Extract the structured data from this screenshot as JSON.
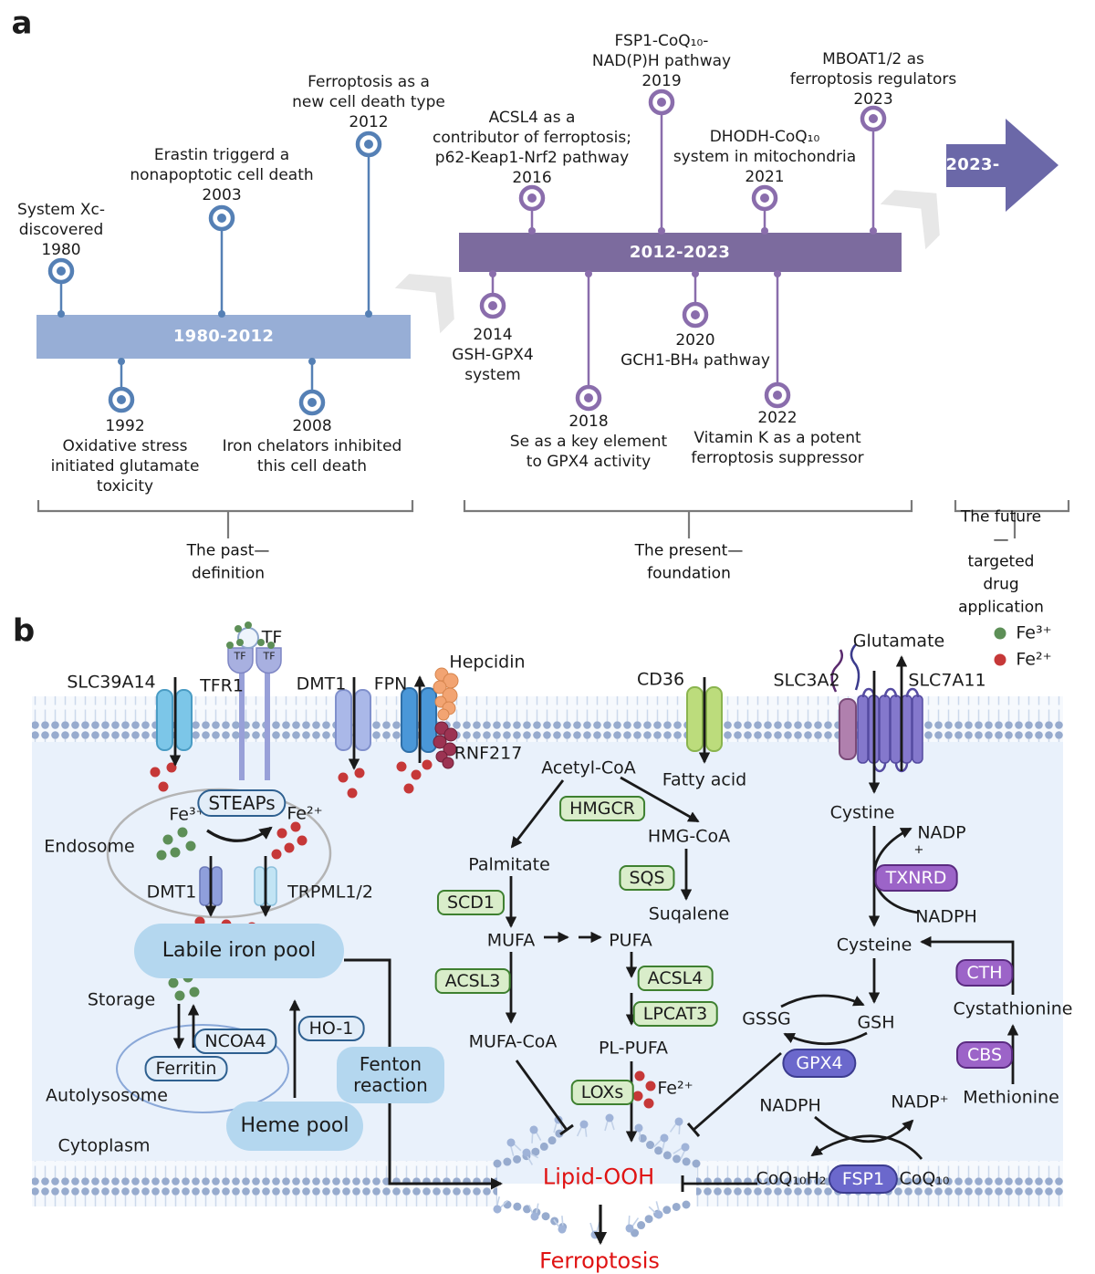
{
  "pa": {
    "panel_label": "a",
    "bar1": "1980-2012",
    "bar2": "2012-2023",
    "arrow": "2023-",
    "e1980": "System Xc-\ndiscovered\n1980",
    "e2003": "Erastin triggerd a\nnonapoptotic cell death\n2003",
    "e2012": "Ferroptosis as a\nnew cell death type\n2012",
    "e1992": "1992\nOxidative stress\ninitiated glutamate\ntoxicity",
    "e2008": "2008\nIron chelators inhibited\nthis cell death",
    "e2016": "ACSL4 as a\ncontributor of ferroptosis;\np62-Keap1-Nrf2 pathway\n2016",
    "e2019": "FSP1-CoQ₁₀-\nNAD(P)H pathway\n2019",
    "e2021": "DHODH-CoQ₁₀\nsystem in mitochondria\n2021",
    "e2023": "MBOAT1/2 as\nferroptosis regulators\n2023",
    "e2014": "2014\nGSH-GPX4\nsystem",
    "e2018": "2018\nSe as a key element\nto GPX4 activity",
    "e2020": "2020\nGCH1-BH₄ pathway",
    "e2022": "2022\nVitamin K as a potent\nferroptosis suppressor",
    "br_past": "The past—\ndefinition",
    "br_present": "The present—\nfoundation",
    "br_future": "The future—\ntargeted drug application"
  },
  "pb": {
    "panel_label": "b",
    "legend_fe3": "Fe³⁺",
    "legend_fe2": "Fe²⁺",
    "slc39a14": "SLC39A14",
    "tf": "TF",
    "tfr1": "TFR1",
    "tf_cup1": "TF",
    "tf_cup2": "TF",
    "dmt1_pm": "DMT1",
    "fpn": "FPN",
    "hepcidin": "Hepcidin",
    "rnf217": "RNF217",
    "cd36": "CD36",
    "fatty_acid": "Fatty acid",
    "slc3a2": "SLC3A2",
    "slc7a11": "SLC7A11",
    "glutamate": "Glutamate",
    "endosome": "Endosome",
    "fe3_endo": "Fe³⁺",
    "steaps": "STEAPs",
    "fe2_endo": "Fe²⁺",
    "dmt1_endo": "DMT1",
    "trpml": "TRPML1/2",
    "labile": "Labile iron pool",
    "storage": "Storage",
    "ncoa4": "NCOA4",
    "ferritin": "Ferritin",
    "autolysosome": "Autolysosome",
    "ho1": "HO-1",
    "heme": "Heme pool",
    "fenton": "Fenton\nreaction",
    "cytoplasm": "Cytoplasm",
    "acetyl": "Acetyl-CoA",
    "hmgcr": "HMGCR",
    "hmg_coa": "HMG-CoA",
    "sqs": "SQS",
    "suqalene": "Suqalene",
    "palmitate": "Palmitate",
    "scd1": "SCD1",
    "mufa": "MUFA",
    "pufa": "PUFA",
    "acsl3": "ACSL3",
    "acsl4": "ACSL4",
    "lpcat3": "LPCAT3",
    "mufa_coa": "MUFA-CoA",
    "pl_pufa": "PL-PUFA",
    "loxs": "LOXs",
    "fe2_loxs": "Fe²⁺",
    "cystine": "Cystine",
    "nadp": "NADP",
    "plus": "+",
    "txnrd": "TXNRD",
    "nadph1": "NADPH",
    "cysteine": "Cysteine",
    "cth": "CTH",
    "cystathionine": "Cystathionine",
    "cbs": "CBS",
    "methionine": "Methionine",
    "gssg": "GSSG",
    "gsh": "GSH",
    "gpx4": "GPX4",
    "nadph2": "NADPH",
    "nadp_plus": "NADP⁺",
    "coq10h2": "CoQ₁₀H₂",
    "fsp1": "FSP1",
    "coq10": "CoQ₁₀",
    "lipid_ooh": "Lipid-OOH",
    "ferroptosis": "Ferroptosis"
  },
  "colors": {
    "bar_blue": "#97aed6",
    "bar_purple": "#7c6b9e",
    "arrow_purple": "#6b68a8",
    "marker_blue": "#5580b5",
    "marker_purple": "#8a6dac",
    "chevron_gray": "#e7e7e7",
    "bracket_gray": "#7a7a7a",
    "cytosol": "#e9f1fb",
    "membrane_head": "#97abce",
    "membrane_tail": "#ccd9ec",
    "green_dot": "#5d8f57",
    "red_dot": "#c63838",
    "enzyme_green": "#d9edca",
    "enzyme_purple": "#9c64c8",
    "enzyme_violet": "#6b68cc",
    "pool_blue": "#b4d7ef",
    "danger_red": "#e01212"
  }
}
